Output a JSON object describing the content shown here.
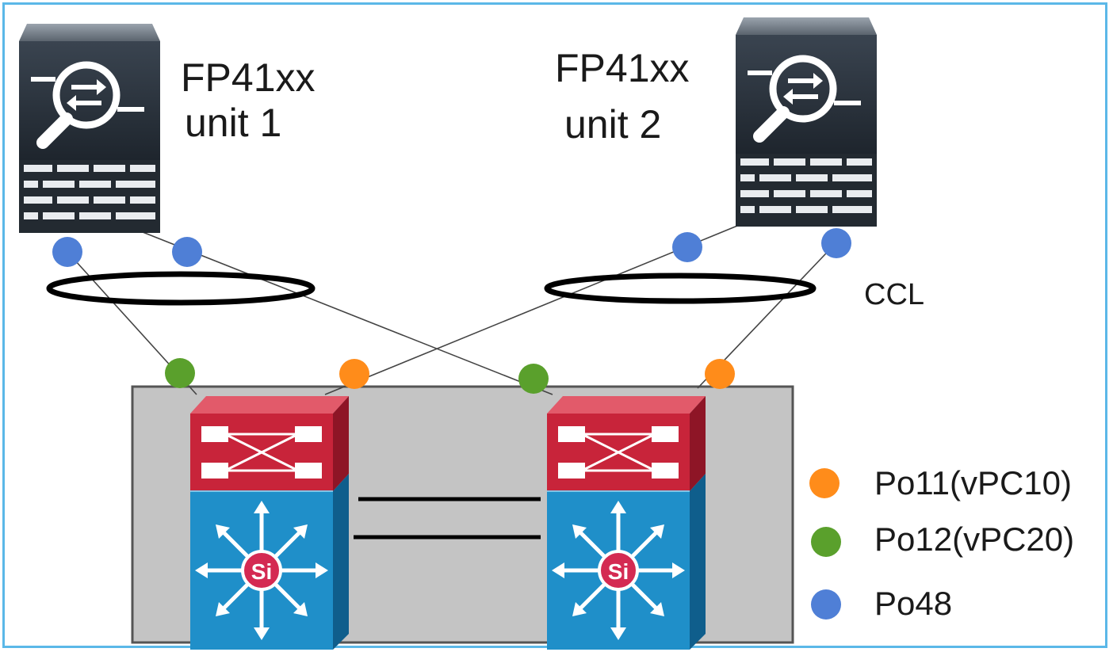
{
  "devices": {
    "unit1": {
      "model": "FP41xx",
      "name": "unit 1"
    },
    "unit2": {
      "model": "FP41xx",
      "name": "unit 2"
    }
  },
  "ccl_label": "CCL",
  "switch_icon_text": "Si",
  "legend": [
    {
      "label": "Po11(vPC10)",
      "color": "#ff8c1a"
    },
    {
      "label": "Po12(vPC20)",
      "color": "#5aa02c"
    },
    {
      "label": "Po48",
      "color": "#4f7fd6"
    }
  ],
  "colors": {
    "frame": "#5bb8e8",
    "firewall_body": "#2c3540",
    "switch_red": "#c8243a",
    "switch_blue": "#1f8fc9",
    "chassis": "#c4c4c4"
  }
}
